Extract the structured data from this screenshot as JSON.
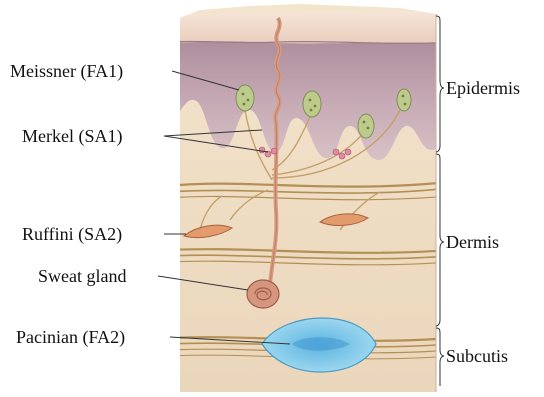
{
  "left_labels": {
    "meissner": "Meissner (FA1)",
    "merkel": "Merkel (SA1)",
    "ruffini": "Ruffini (SA2)",
    "sweat": "Sweat gland",
    "pacinian": "Pacinian (FA2)"
  },
  "layers": {
    "epidermis": "Epidermis",
    "dermis": "Dermis",
    "subcutis": "Subcutis"
  },
  "colors": {
    "epidermis_surface": "#f1d9c8",
    "epidermis_body": "#b99aa8",
    "dermis": "#efe0c8",
    "fiber": "#b38f55",
    "nerve": "#d79a7f",
    "meissner": "#b9c98a",
    "pacinian": "#7ecbe8",
    "ruffini": "#e0956a"
  }
}
